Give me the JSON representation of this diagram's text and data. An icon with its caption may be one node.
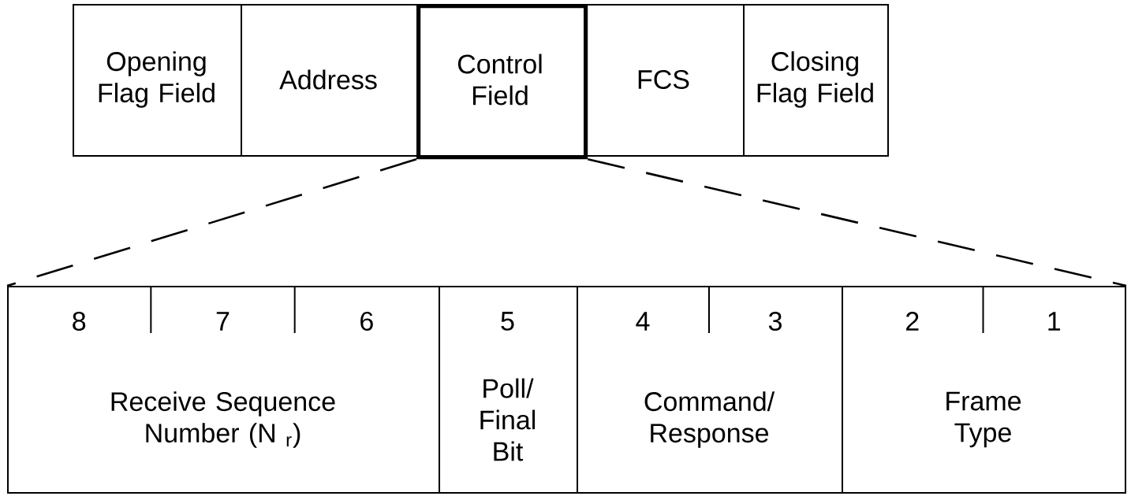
{
  "diagram": {
    "nodes": [
      {
        "text": [
          "Opening Flag Field"
        ]
      },
      {
        "text": [
          "Address"
        ]
      },
      {
        "text": [
          "Control Field"
        ]
      },
      {
        "text": [
          "FCS"
        ]
      },
      {
        "text": [
          "Closing Flag Field"
        ]
      },
      {
        "text": [
          "8",
          "7",
          "6",
          "Receive Sequence Number (N $_{r}$)"
        ]
      },
      {
        "text": [
          "5",
          "Poll/ Final Bit"
        ]
      },
      {
        "text": [
          "4",
          "3",
          "Command/ Response"
        ]
      },
      {
        "text": [
          "2",
          "1",
          "Frame Type"
        ]
      }
    ],
    "edges": [
      {
        "from": 2,
        "to": 5,
        "arrow": "none",
        "style": "dashed"
      },
      {
        "from": 2,
        "to": 8,
        "arrow": "none",
        "style": "dashed"
      }
    ]
  }
}
